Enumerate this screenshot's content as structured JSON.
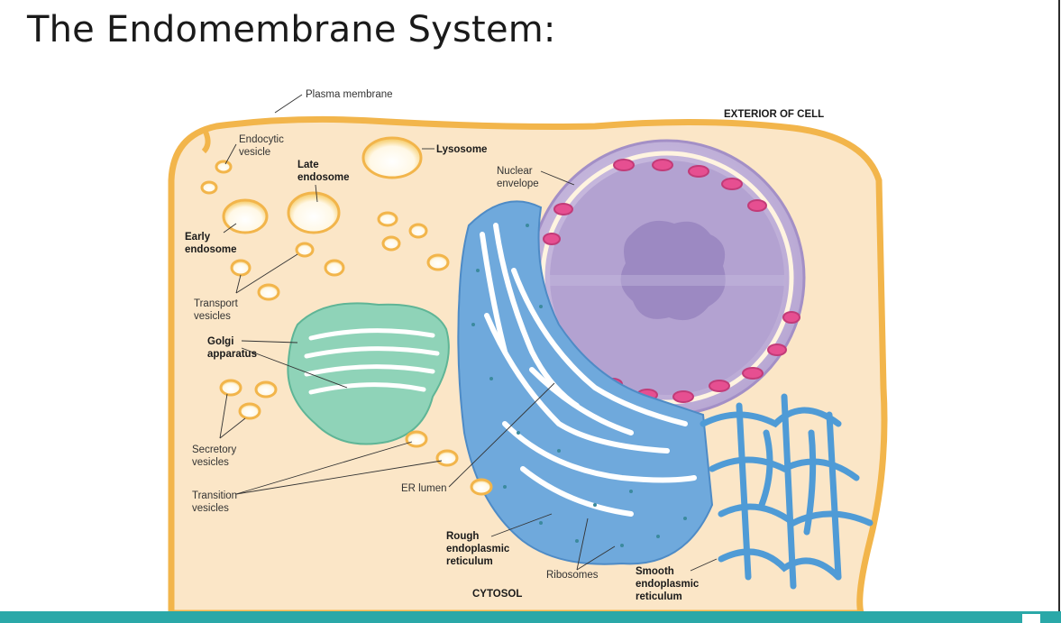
{
  "slide": {
    "title": "The Endomembrane System:"
  },
  "labels": {
    "plasma_membrane": "Plasma membrane",
    "exterior": "EXTERIOR OF CELL",
    "endocytic_1": "Endocytic",
    "endocytic_2": "vesicle",
    "lysosome": "Lysosome",
    "late_1": "Late",
    "late_2": "endosome",
    "nuclear_1": "Nuclear",
    "nuclear_2": "envelope",
    "early_1": "Early",
    "early_2": "endosome",
    "transport_1": "Transport",
    "transport_2": "vesicles",
    "golgi_1": "Golgi",
    "golgi_2": "apparatus",
    "secretory_1": "Secretory",
    "secretory_2": "vesicles",
    "transition_1": "Transition",
    "transition_2": "vesicles",
    "er_lumen": "ER lumen",
    "rough_1": "Rough",
    "rough_2": "endoplasmic",
    "rough_3": "reticulum",
    "ribosomes": "Ribosomes",
    "smooth_1": "Smooth",
    "smooth_2": "endoplasmic",
    "smooth_3": "reticulum",
    "cytosol": "CYTOSOL"
  },
  "colors": {
    "cytoplasm": "#fbe6c7",
    "membrane": "#f2b54b",
    "vesicle": "#f7d27a",
    "golgi": "#8fd3b8",
    "rough_er": "#6fa9dc",
    "smooth_er": "#4f9bd6",
    "nucleus": "#c7b8dc",
    "nuclear_pore": "#c23b78",
    "accent": "#2aa8a8"
  }
}
